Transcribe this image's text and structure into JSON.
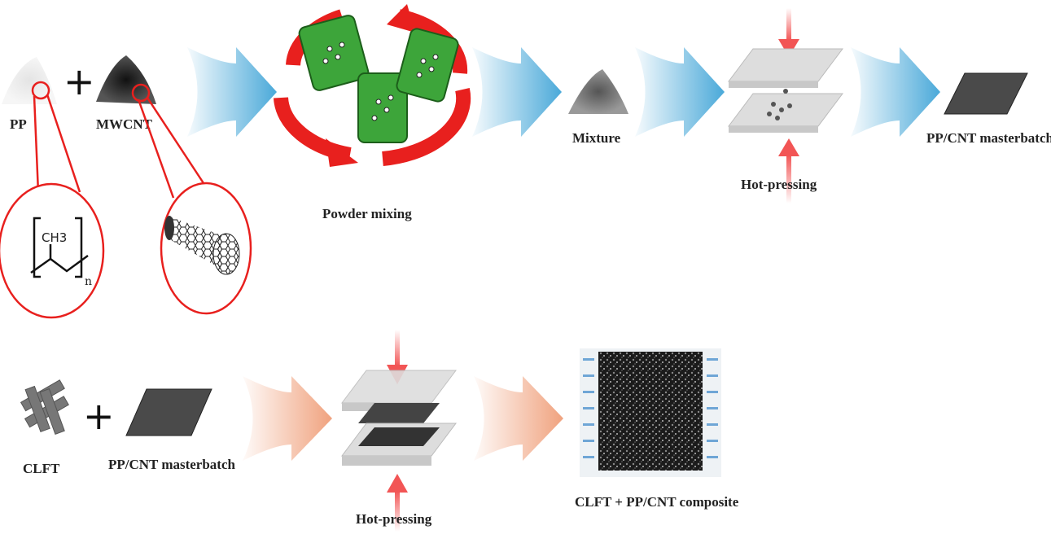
{
  "labels": {
    "pp": "PP",
    "mwcnt": "MWCNT",
    "ch3": "CH3",
    "n": "n",
    "powder_mixing": "Powder mixing",
    "mixture": "Mixture",
    "hot_pressing_top": "Hot-pressing",
    "masterbatch_top": "PP/CNT masterbatch",
    "clft": "CLFT",
    "masterbatch_bottom": "PP/CNT masterbatch",
    "hot_pressing_bottom": "Hot-pressing",
    "composite": "CLFT + PP/CNT composite",
    "plus": "+"
  },
  "colors": {
    "blue_arrow": "#4aa9d9",
    "orange_arrow": "#f0a27e",
    "red": "#e8201e",
    "press_arrow": "#f25555",
    "green_jar": "#3da53a"
  }
}
